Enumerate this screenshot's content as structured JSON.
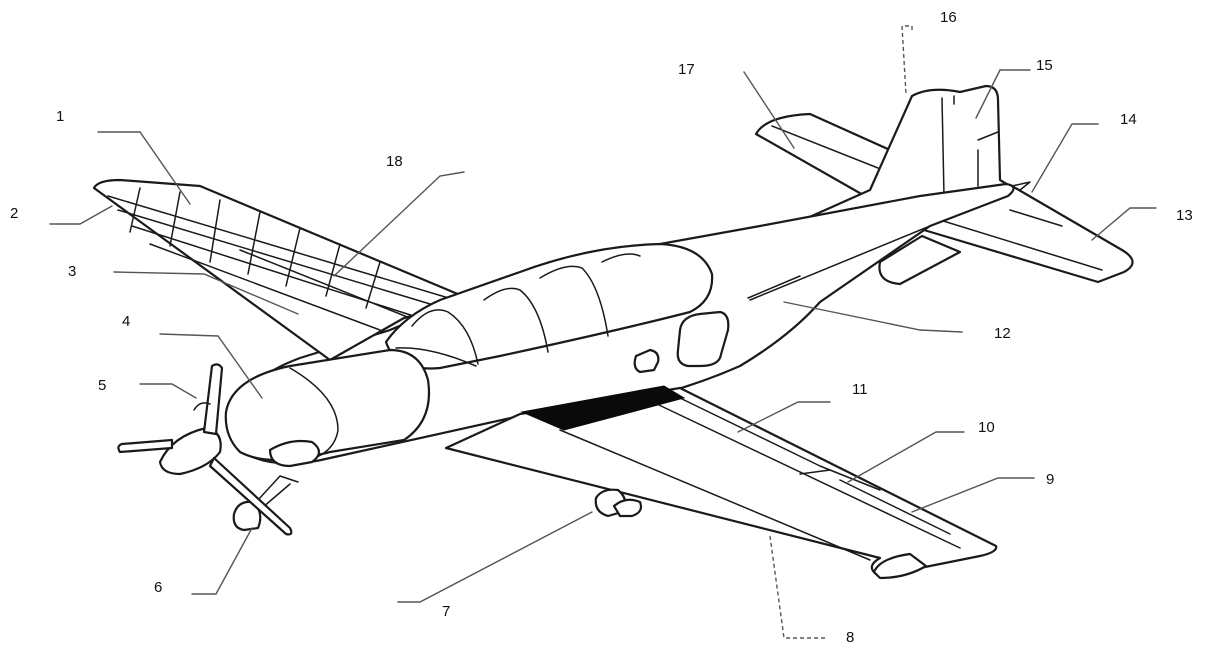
{
  "callouts": [
    {
      "id": "1",
      "text": "1"
    },
    {
      "id": "2",
      "text": "2"
    },
    {
      "id": "3",
      "text": "3"
    },
    {
      "id": "4",
      "text": "4"
    },
    {
      "id": "5",
      "text": "5"
    },
    {
      "id": "6",
      "text": "6"
    },
    {
      "id": "7",
      "text": "7"
    },
    {
      "id": "8",
      "text": "8"
    },
    {
      "id": "9",
      "text": "9"
    },
    {
      "id": "10",
      "text": "10"
    },
    {
      "id": "11",
      "text": "11"
    },
    {
      "id": "12",
      "text": "12"
    },
    {
      "id": "13",
      "text": "13"
    },
    {
      "id": "14",
      "text": "14"
    },
    {
      "id": "15",
      "text": "15"
    },
    {
      "id": "16",
      "text": "16"
    },
    {
      "id": "17",
      "text": "17"
    },
    {
      "id": "18",
      "text": "18"
    }
  ],
  "colors": {
    "line": "#1a1a1a",
    "leader": "#555555",
    "highlight": "#0a0a0a",
    "background": "#ffffff"
  }
}
